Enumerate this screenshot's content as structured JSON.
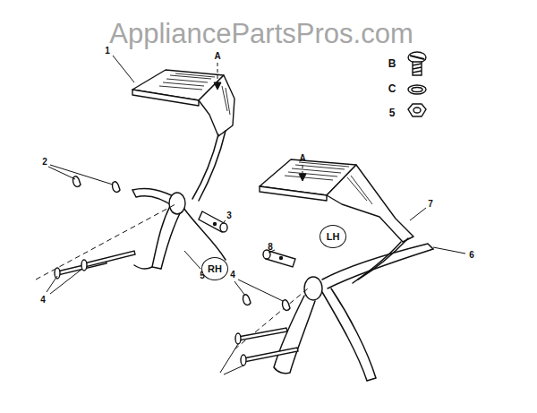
{
  "diagram": {
    "nodes": [
      {
        "text": [
          "LH"
        ]
      },
      {
        "text": [
          "RH"
        ]
      }
    ],
    "labels": [
      "AppliancePartsPros.com",
      "1",
      "A",
      "A",
      "B",
      "C",
      "5",
      "2",
      "7",
      "3",
      "6",
      "8",
      "5",
      "4",
      "4"
    ]
  }
}
